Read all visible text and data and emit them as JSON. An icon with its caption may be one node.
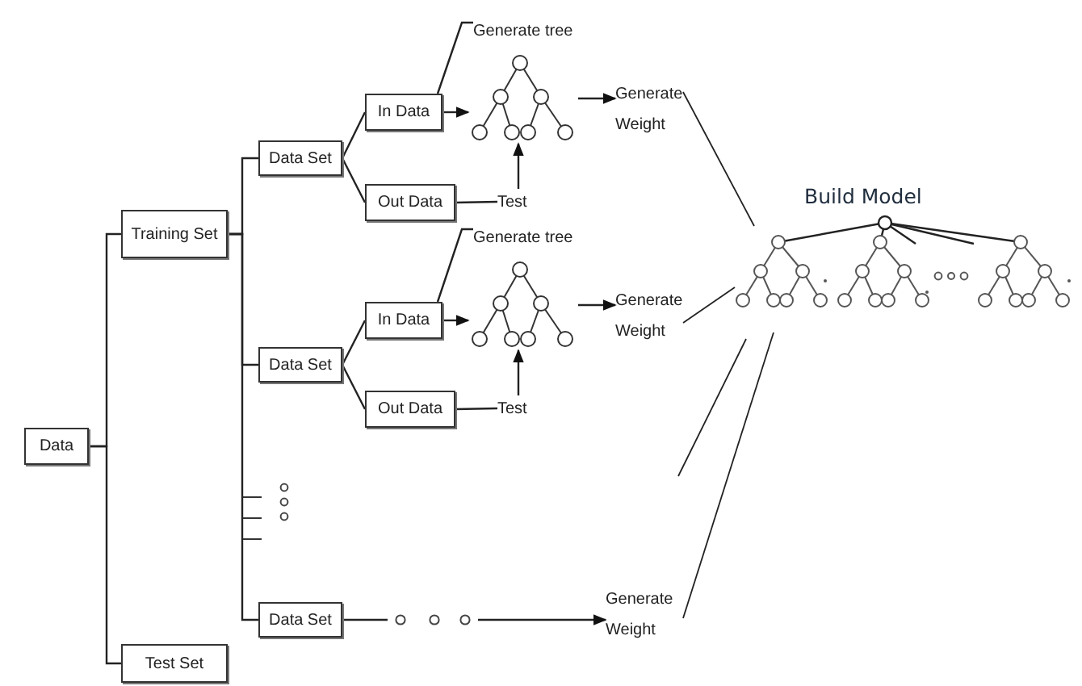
{
  "diagram": {
    "nodes": [
      {
        "text": [
          "Data"
        ]
      },
      {
        "text": [
          "Training Set"
        ]
      },
      {
        "text": [
          "Data Set"
        ]
      },
      {
        "text": [
          "In Data"
        ]
      },
      {
        "text": [
          "Out Data"
        ]
      },
      {
        "text": [
          "Generate tree"
        ]
      },
      {
        "text": [],
        "shape": "picture"
      },
      {
        "text": [
          "Test"
        ]
      },
      {
        "text": [
          "Generate Weight"
        ]
      },
      {
        "text": [
          "Data Set"
        ]
      },
      {
        "text": [
          "In Data"
        ]
      },
      {
        "text": [
          "Out Data"
        ]
      },
      {
        "text": [
          "Generate tree"
        ]
      },
      {
        "text": [],
        "shape": "picture"
      },
      {
        "text": [
          "Test"
        ]
      },
      {
        "text": [
          "Generate Weight"
        ]
      },
      {
        "text": [
          "Data Set"
        ]
      },
      {
        "text": [],
        "shape": "picture"
      },
      {
        "text": [
          "Generate Weight"
        ]
      },
      {
        "text": [],
        "shape": "picture",
        "beside": [
          "Build Model"
        ]
      },
      {
        "text": [
          "Test  Set"
        ]
      }
    ],
    "edges": [
      {
        "from": 0,
        "to": 1,
        "arrow": "none"
      },
      {
        "from": 0,
        "to": 20,
        "arrow": "none"
      },
      {
        "from": 1,
        "to": 2,
        "arrow": "none"
      },
      {
        "from": 1,
        "to": 9,
        "arrow": "none"
      },
      {
        "from": 1,
        "to": 16,
        "arrow": "none"
      },
      {
        "from": 2,
        "to": 3,
        "arrow": "none"
      },
      {
        "from": 2,
        "to": 4,
        "arrow": "none"
      },
      {
        "from": 5,
        "to": 3,
        "arrow": "none"
      },
      {
        "from": 3,
        "to": 6,
        "arrow": "to"
      },
      {
        "from": 4,
        "to": 7,
        "arrow": "none"
      },
      {
        "from": 7,
        "to": 6,
        "arrow": "to"
      },
      {
        "from": 6,
        "to": 8,
        "arrow": "to"
      },
      {
        "from": 8,
        "to": 19,
        "arrow": "none"
      },
      {
        "from": 9,
        "to": 10,
        "arrow": "none"
      },
      {
        "from": 9,
        "to": 11,
        "arrow": "none"
      },
      {
        "from": 12,
        "to": 10,
        "arrow": "none"
      },
      {
        "from": 10,
        "to": 13,
        "arrow": "to"
      },
      {
        "from": 11,
        "to": 14,
        "arrow": "none"
      },
      {
        "from": 14,
        "to": 13,
        "arrow": "to"
      },
      {
        "from": 13,
        "to": 15,
        "arrow": "to"
      },
      {
        "from": 15,
        "to": 19,
        "arrow": "none"
      },
      {
        "from": 16,
        "to": 17,
        "arrow": "none"
      },
      {
        "from": 17,
        "to": 18,
        "arrow": "to"
      },
      {
        "from": 18,
        "to": 19,
        "arrow": "none"
      },
      {
        "from": null,
        "to": 19,
        "arrow": "none"
      }
    ]
  }
}
